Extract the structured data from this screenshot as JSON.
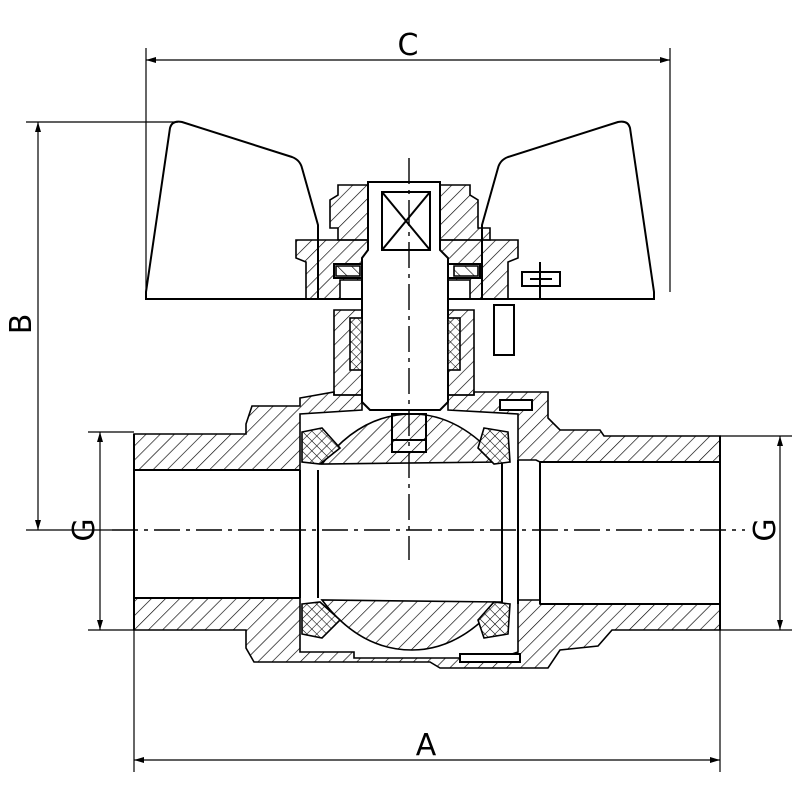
{
  "dimensions": {
    "a": "A",
    "b": "B",
    "c": "C",
    "g_left": "G",
    "g_right": "G"
  },
  "colors": {
    "line": "#000000",
    "background": "#ffffff"
  }
}
